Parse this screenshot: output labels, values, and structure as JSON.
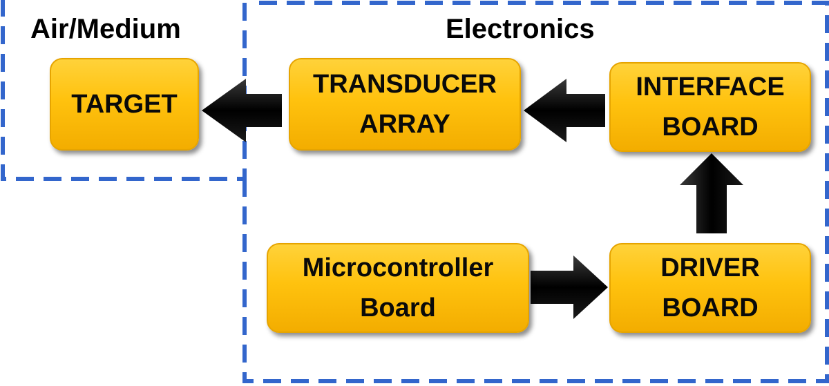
{
  "regions": {
    "air_medium": {
      "label": "Air/Medium"
    },
    "electronics": {
      "label": "Electronics"
    }
  },
  "blocks": {
    "target": {
      "lines": [
        "TARGET"
      ]
    },
    "transducer_array": {
      "lines": [
        "TRANSDUCER",
        "ARRAY"
      ]
    },
    "interface_board": {
      "lines": [
        "INTERFACE",
        "BOARD"
      ]
    },
    "microcontroller_board": {
      "lines": [
        "Microcontroller",
        "Board"
      ]
    },
    "driver_board": {
      "lines": [
        "DRIVER",
        "BOARD"
      ]
    }
  },
  "colors": {
    "block_fill": "#ffc20e",
    "dash_border": "#3366cc",
    "arrow": "#000000"
  }
}
